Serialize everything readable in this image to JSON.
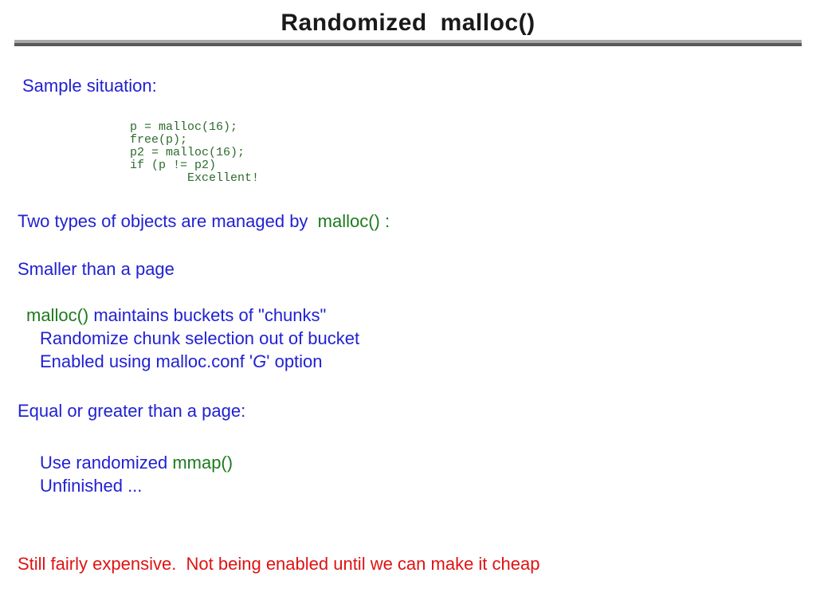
{
  "slide": {
    "title": "Randomized malloc()",
    "colors": {
      "body_blue": "#2121d3",
      "keyword_green": "#1e7a1e",
      "code_green": "#2d6b2d",
      "warning_red": "#e01212",
      "title_black": "#1a1a1a",
      "rule_light_gray": "#a9a9a9",
      "rule_dark_gray": "#585858"
    },
    "sample_label": "Sample situation:",
    "code_block": "p = malloc(16);\nfree(p);\np2 = malloc(16);\nif (p != p2)\n        Excellent!",
    "two_types": {
      "pre": "Two types of objects are managed by  ",
      "fn": "malloc()",
      "post": " :"
    },
    "smaller_heading": "Smaller than a page",
    "buckets": {
      "fn": "malloc()",
      "post": " maintains buckets of \"chunks\""
    },
    "randomize_line": "Randomize chunk selection out of bucket",
    "enabled_line": {
      "pre": "Enabled using malloc.conf '",
      "flag": "G",
      "post": "' option"
    },
    "equal_heading": "Equal or greater than a page:",
    "mmap_line": {
      "pre": "Use randomized ",
      "fn": "mmap()"
    },
    "unfinished_line": "Unfinished ...",
    "footer_note": "Still fairly expensive.  Not being enabled until we can make it cheap"
  }
}
